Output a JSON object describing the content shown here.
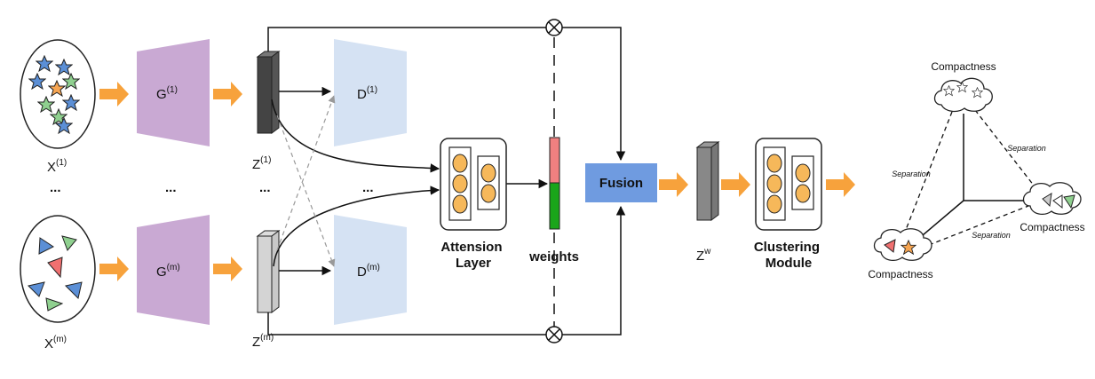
{
  "inputs": {
    "x_top_base": "X",
    "x_top_sup": "(1)",
    "x_bottom_base": "X",
    "x_bottom_sup": "(m)"
  },
  "generators": {
    "top_base": "G",
    "top_sup": "(1)",
    "bottom_base": "G",
    "bottom_sup": "(m)"
  },
  "decoders": {
    "top_base": "D",
    "top_sup": "(1)",
    "bottom_base": "D",
    "bottom_sup": "(m)"
  },
  "latents": {
    "top_base": "Z",
    "top_sup": "(1)",
    "bottom_base": "Z",
    "bottom_sup": "(m)",
    "fused_base": "Z",
    "fused_sup": "w"
  },
  "ellipsis": "...",
  "attention": {
    "line1": "Attension",
    "line2": "Layer"
  },
  "weights_label": "weights",
  "fusion_label": "Fusion",
  "clustering": {
    "line1": "Clustering",
    "line2": "Module"
  },
  "result": {
    "compactness_label": "Compactness",
    "separation_label": "Separation"
  },
  "colors": {
    "arrow_orange": "#f7a23c",
    "generator_purple": "#c9a9d3",
    "decoder_blue": "#d5e2f3",
    "fusion_blue": "#6f9be0",
    "weight_red": "#f08080",
    "weight_green": "#1aa51a",
    "neuron_orange": "#f6b85a",
    "star_blue": "#5b8fd6",
    "star_green": "#8fd08f",
    "star_orange": "#f6a552",
    "tri_red": "#f07070"
  }
}
